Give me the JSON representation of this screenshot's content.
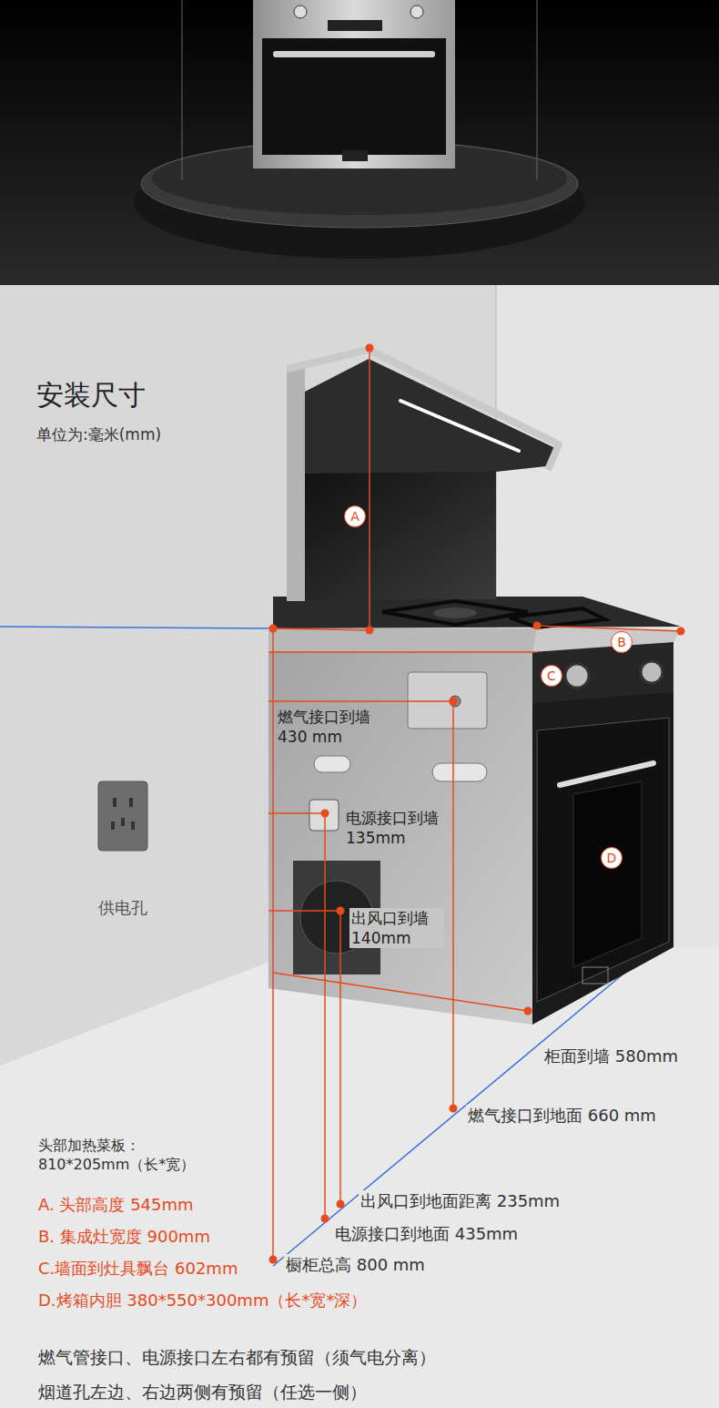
{
  "diagram": {
    "title": "安装尺寸",
    "nodes": [
      {
        "text": [
          "A"
        ]
      },
      {
        "text": [
          "B"
        ]
      },
      {
        "text": [
          "C"
        ]
      },
      {
        "text": [
          "D"
        ]
      }
    ],
    "labels": [
      "单位为:毫米(mm)",
      "燃气接口到墙 430 mm",
      "电源接口到墙 135mm",
      "出风口到墙 140mm",
      "供电孔",
      "柜面到墙 580mm",
      "燃气接口到地面 660 mm",
      "头部加热菜板： 810*205mm（长*宽）",
      "A. 头部高度 545mm",
      "B. 集成灶宽度 900mm",
      "C.墙面到灶具飘台 602mm",
      "D.烤箱内胆 380*550*300mm（长*宽*深）",
      "出风口到地面距离 235mm",
      "电源接口到地面 435mm",
      "橱柜总高 800 mm",
      "燃气管接口、电源接口左右都有预留（须气电分离）",
      "烟道孔左边、右边两侧有预留（任选一侧）"
    ]
  }
}
